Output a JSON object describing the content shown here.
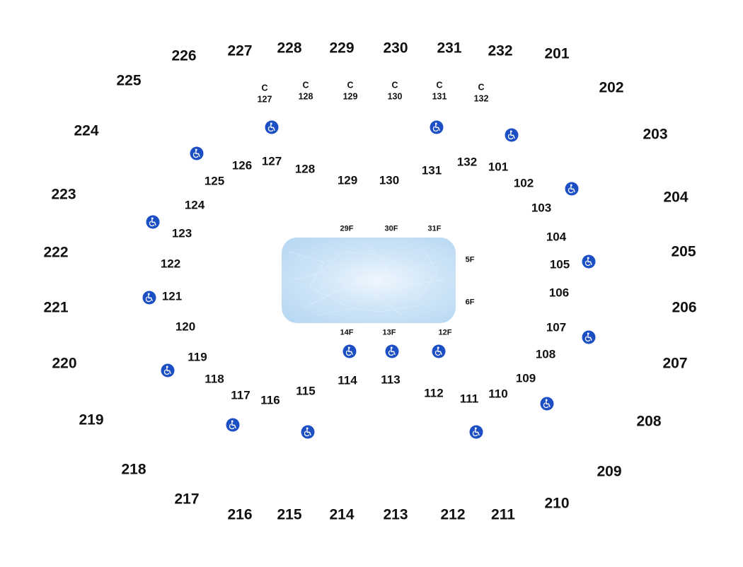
{
  "upper_sections": [
    "201",
    "202",
    "203",
    "204",
    "205",
    "206",
    "207",
    "208",
    "209",
    "210",
    "211",
    "212",
    "213",
    "214",
    "215",
    "216",
    "217",
    "218",
    "219",
    "220",
    "221",
    "222",
    "223",
    "224",
    "225",
    "226",
    "227",
    "228",
    "229",
    "230",
    "231",
    "232"
  ],
  "club_prefix": "C",
  "club_sections": [
    "127",
    "128",
    "129",
    "130",
    "131",
    "132"
  ],
  "lower_sections": [
    "101",
    "102",
    "103",
    "104",
    "105",
    "106",
    "107",
    "108",
    "109",
    "110",
    "111",
    "112",
    "113",
    "114",
    "115",
    "116",
    "117",
    "118",
    "119",
    "120",
    "121",
    "122",
    "123",
    "124",
    "125",
    "126",
    "127",
    "128",
    "129",
    "130",
    "131",
    "132"
  ],
  "floor_sections": [
    "29F",
    "30F",
    "31F",
    "5F",
    "6F",
    "14F",
    "13F",
    "12F"
  ],
  "rink": {
    "surface": "ice-rink",
    "color": "#cfe5f7"
  },
  "accessible_icon": {
    "name": "wheelchair-accessible-icon",
    "color": "#1d4fc4",
    "count": 17
  },
  "colors": {
    "text": "#111111",
    "accessible": "#1d4fc4",
    "ice": "#cfe5f7"
  }
}
